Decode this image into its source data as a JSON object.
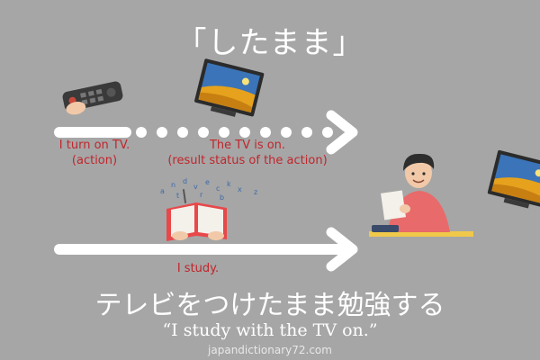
{
  "title": "「したまま」",
  "labels": {
    "action_line1": "I turn on TV.",
    "action_line2": "(action)",
    "result_line1": "The TV is on.",
    "result_line2": "(result status of the action)",
    "study": "I study."
  },
  "sentence": "テレビをつけたまま勉強する",
  "translation": "“I study with the TV on.”",
  "website": "japandictionary72.com",
  "icons": [
    "remote-control-icon",
    "tv-icon",
    "book-reading-icon",
    "student-icon",
    "tv-icon"
  ],
  "colors": {
    "background": "#a6a6a6",
    "label_red": "#c0262c",
    "arrow": "#ffffff"
  }
}
